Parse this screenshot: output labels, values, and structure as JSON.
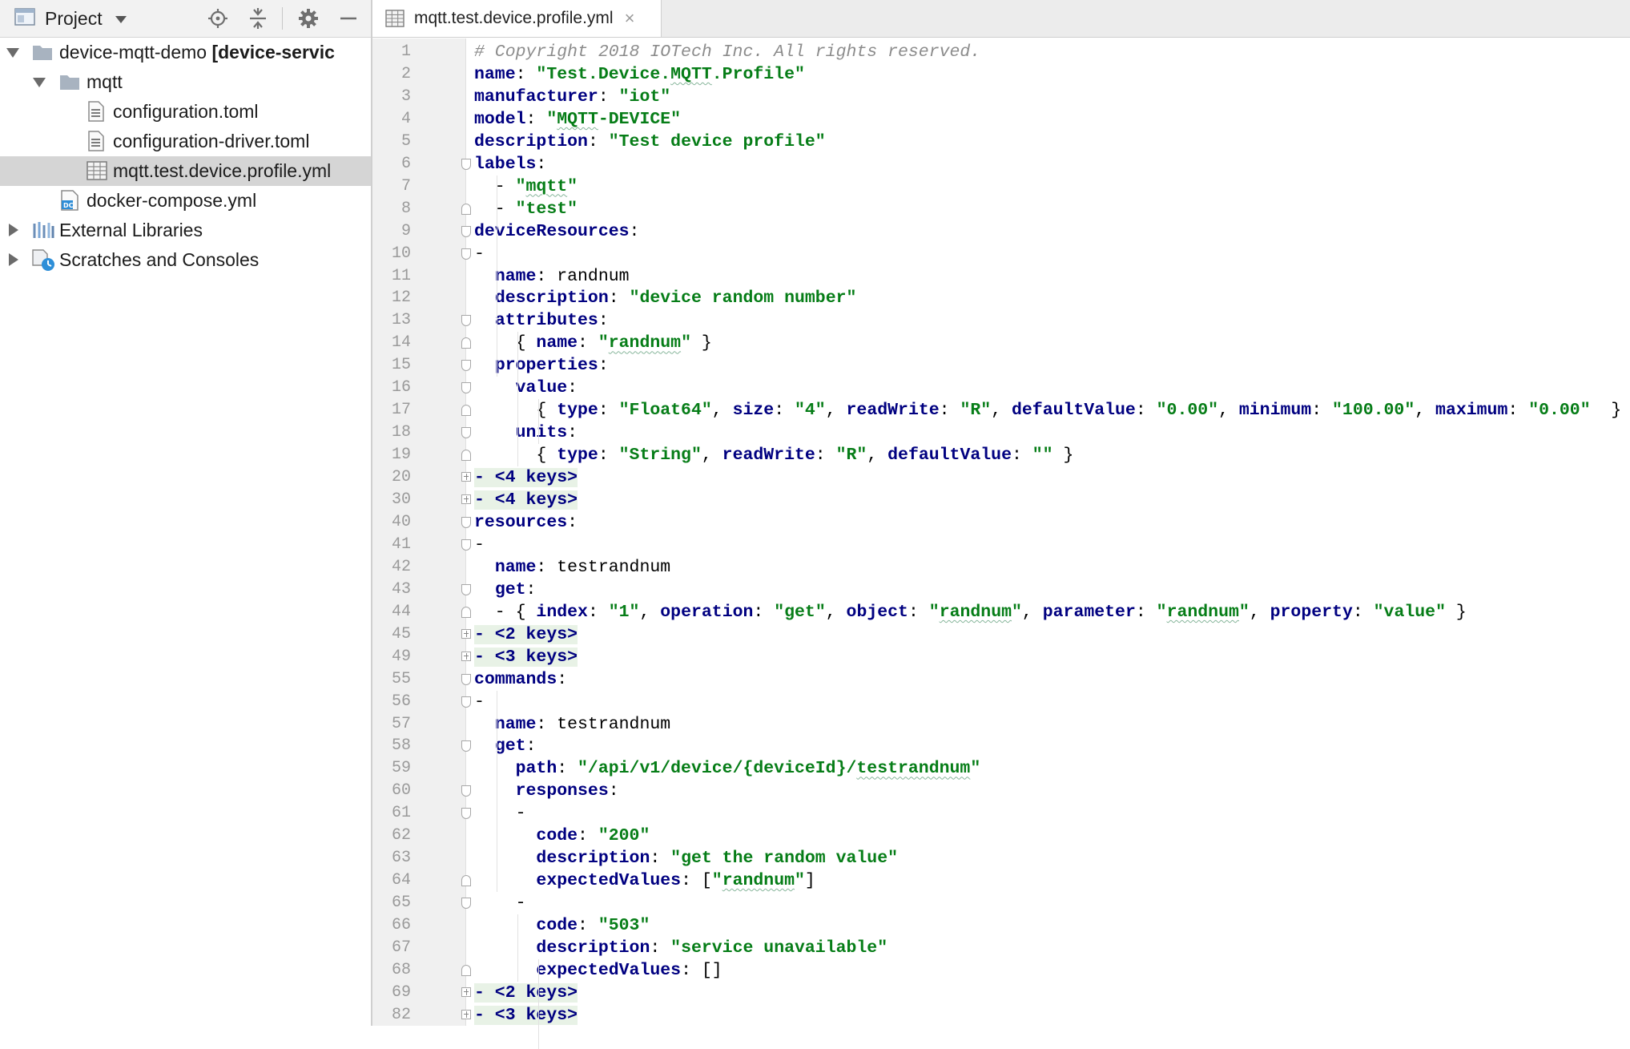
{
  "project": {
    "title": "Project",
    "tree": [
      {
        "type": "module",
        "arrow": "down",
        "depth": 0,
        "name": "device-mqtt-demo",
        "suffix": "[device-servic"
      },
      {
        "type": "folder",
        "arrow": "down",
        "depth": 1,
        "name": "mqtt"
      },
      {
        "type": "file",
        "depth": 2,
        "name": "configuration.toml"
      },
      {
        "type": "file",
        "depth": 2,
        "name": "configuration-driver.toml"
      },
      {
        "type": "yml",
        "depth": 2,
        "name": "mqtt.test.device.profile.yml",
        "selected": true
      },
      {
        "type": "docker",
        "depth": 1,
        "name": "docker-compose.yml"
      },
      {
        "type": "libraries",
        "arrow": "right",
        "depth": 0,
        "name": "External Libraries"
      },
      {
        "type": "scratches",
        "arrow": "right",
        "depth": 0,
        "name": "Scratches and Consoles"
      }
    ]
  },
  "editor": {
    "tab": {
      "label": "mqtt.test.device.profile.yml",
      "close": "×"
    },
    "lines": [
      {
        "n": "1",
        "segs": [
          [
            "c",
            "# Copyright 2018 IOTech Inc. All rights reserved."
          ]
        ]
      },
      {
        "n": "2",
        "segs": [
          [
            "k",
            "name"
          ],
          [
            "p",
            ": "
          ],
          [
            "s",
            "\"Test.Device."
          ],
          [
            "su",
            "MQTT"
          ],
          [
            "s",
            ".Profile\""
          ]
        ]
      },
      {
        "n": "3",
        "segs": [
          [
            "k",
            "manufacturer"
          ],
          [
            "p",
            ": "
          ],
          [
            "s",
            "\"iot\""
          ]
        ]
      },
      {
        "n": "4",
        "segs": [
          [
            "k",
            "model"
          ],
          [
            "p",
            ": "
          ],
          [
            "s",
            "\""
          ],
          [
            "su",
            "MQTT"
          ],
          [
            "s",
            "-DEVICE\""
          ]
        ]
      },
      {
        "n": "5",
        "segs": [
          [
            "k",
            "description"
          ],
          [
            "p",
            ": "
          ],
          [
            "s",
            "\"Test device profile\""
          ]
        ]
      },
      {
        "n": "6",
        "fold": "open",
        "segs": [
          [
            "k",
            "labels"
          ],
          [
            "p",
            ":"
          ]
        ]
      },
      {
        "n": "7",
        "segs": [
          [
            "p",
            "  - "
          ],
          [
            "s",
            "\""
          ],
          [
            "su",
            "mqtt"
          ],
          [
            "s",
            "\""
          ]
        ]
      },
      {
        "n": "8",
        "fold": "end",
        "segs": [
          [
            "p",
            "  - "
          ],
          [
            "s",
            "\"test\""
          ]
        ]
      },
      {
        "n": "9",
        "fold": "open",
        "segs": [
          [
            "k",
            "deviceResources"
          ],
          [
            "p",
            ":"
          ]
        ]
      },
      {
        "n": "10",
        "fold": "open",
        "segs": [
          [
            "p",
            "-"
          ]
        ]
      },
      {
        "n": "11",
        "segs": [
          [
            "p",
            "  "
          ],
          [
            "k",
            "name"
          ],
          [
            "p",
            ": randnum"
          ]
        ]
      },
      {
        "n": "12",
        "segs": [
          [
            "p",
            "  "
          ],
          [
            "k",
            "description"
          ],
          [
            "p",
            ": "
          ],
          [
            "s",
            "\"device random number\""
          ]
        ]
      },
      {
        "n": "13",
        "fold": "open",
        "segs": [
          [
            "p",
            "  "
          ],
          [
            "k",
            "attributes"
          ],
          [
            "p",
            ":"
          ]
        ]
      },
      {
        "n": "14",
        "fold": "end",
        "segs": [
          [
            "p",
            "    { "
          ],
          [
            "k",
            "name"
          ],
          [
            "p",
            ": "
          ],
          [
            "s",
            "\""
          ],
          [
            "su",
            "randnum"
          ],
          [
            "s",
            "\""
          ],
          [
            "p",
            " }"
          ]
        ]
      },
      {
        "n": "15",
        "fold": "open",
        "segs": [
          [
            "p",
            "  "
          ],
          [
            "k",
            "properties"
          ],
          [
            "p",
            ":"
          ]
        ]
      },
      {
        "n": "16",
        "fold": "open",
        "segs": [
          [
            "p",
            "    "
          ],
          [
            "k",
            "value"
          ],
          [
            "p",
            ":"
          ]
        ]
      },
      {
        "n": "17",
        "fold": "end",
        "segs": [
          [
            "p",
            "      { "
          ],
          [
            "k",
            "type"
          ],
          [
            "p",
            ": "
          ],
          [
            "s",
            "\"Float64\""
          ],
          [
            "p",
            ", "
          ],
          [
            "k",
            "size"
          ],
          [
            "p",
            ": "
          ],
          [
            "s",
            "\"4\""
          ],
          [
            "p",
            ", "
          ],
          [
            "k",
            "readWrite"
          ],
          [
            "p",
            ": "
          ],
          [
            "s",
            "\"R\""
          ],
          [
            "p",
            ", "
          ],
          [
            "k",
            "defaultValue"
          ],
          [
            "p",
            ": "
          ],
          [
            "s",
            "\"0.00\""
          ],
          [
            "p",
            ", "
          ],
          [
            "k",
            "minimum"
          ],
          [
            "p",
            ": "
          ],
          [
            "s",
            "\"100.00\""
          ],
          [
            "p",
            ", "
          ],
          [
            "k",
            "maximum"
          ],
          [
            "p",
            ": "
          ],
          [
            "s",
            "\"0.00\""
          ],
          [
            "p",
            "  }"
          ]
        ]
      },
      {
        "n": "18",
        "fold": "open",
        "segs": [
          [
            "p",
            "    "
          ],
          [
            "k",
            "units"
          ],
          [
            "p",
            ":"
          ]
        ]
      },
      {
        "n": "19",
        "fold": "end",
        "segs": [
          [
            "p",
            "      { "
          ],
          [
            "k",
            "type"
          ],
          [
            "p",
            ": "
          ],
          [
            "s",
            "\"String\""
          ],
          [
            "p",
            ", "
          ],
          [
            "k",
            "readWrite"
          ],
          [
            "p",
            ": "
          ],
          [
            "s",
            "\"R\""
          ],
          [
            "p",
            ", "
          ],
          [
            "k",
            "defaultValue"
          ],
          [
            "p",
            ": "
          ],
          [
            "s",
            "\"\""
          ],
          [
            "p",
            " }"
          ]
        ]
      },
      {
        "n": "20",
        "fold": "plus",
        "segs": [
          [
            "x",
            "- <4 keys>"
          ]
        ]
      },
      {
        "n": "30",
        "fold": "plus",
        "segs": [
          [
            "x",
            "- <4 keys>"
          ]
        ]
      },
      {
        "n": "40",
        "fold": "open",
        "segs": [
          [
            "k",
            "resources"
          ],
          [
            "p",
            ":"
          ]
        ]
      },
      {
        "n": "41",
        "fold": "open",
        "segs": [
          [
            "p",
            "-"
          ]
        ]
      },
      {
        "n": "42",
        "segs": [
          [
            "p",
            "  "
          ],
          [
            "k",
            "name"
          ],
          [
            "p",
            ": testrandnum"
          ]
        ]
      },
      {
        "n": "43",
        "fold": "open",
        "segs": [
          [
            "p",
            "  "
          ],
          [
            "k",
            "get"
          ],
          [
            "p",
            ":"
          ]
        ]
      },
      {
        "n": "44",
        "fold": "end",
        "segs": [
          [
            "p",
            "  - { "
          ],
          [
            "k",
            "index"
          ],
          [
            "p",
            ": "
          ],
          [
            "s",
            "\"1\""
          ],
          [
            "p",
            ", "
          ],
          [
            "k",
            "operation"
          ],
          [
            "p",
            ": "
          ],
          [
            "s",
            "\"get\""
          ],
          [
            "p",
            ", "
          ],
          [
            "k",
            "object"
          ],
          [
            "p",
            ": "
          ],
          [
            "s",
            "\""
          ],
          [
            "su",
            "randnum"
          ],
          [
            "s",
            "\""
          ],
          [
            "p",
            ", "
          ],
          [
            "k",
            "parameter"
          ],
          [
            "p",
            ": "
          ],
          [
            "s",
            "\""
          ],
          [
            "su",
            "randnum"
          ],
          [
            "s",
            "\""
          ],
          [
            "p",
            ", "
          ],
          [
            "k",
            "property"
          ],
          [
            "p",
            ": "
          ],
          [
            "s",
            "\"value\""
          ],
          [
            "p",
            " }"
          ]
        ]
      },
      {
        "n": "45",
        "fold": "plus",
        "segs": [
          [
            "x",
            "- <2 keys>"
          ]
        ]
      },
      {
        "n": "49",
        "fold": "plus",
        "segs": [
          [
            "x",
            "- <3 keys>"
          ]
        ]
      },
      {
        "n": "55",
        "fold": "open",
        "segs": [
          [
            "k",
            "commands"
          ],
          [
            "p",
            ":"
          ]
        ]
      },
      {
        "n": "56",
        "fold": "open",
        "segs": [
          [
            "p",
            "-"
          ]
        ]
      },
      {
        "n": "57",
        "segs": [
          [
            "p",
            "  "
          ],
          [
            "k",
            "name"
          ],
          [
            "p",
            ": testrandnum"
          ]
        ]
      },
      {
        "n": "58",
        "fold": "open",
        "segs": [
          [
            "p",
            "  "
          ],
          [
            "k",
            "get"
          ],
          [
            "p",
            ":"
          ]
        ]
      },
      {
        "n": "59",
        "segs": [
          [
            "p",
            "    "
          ],
          [
            "k",
            "path"
          ],
          [
            "p",
            ": "
          ],
          [
            "s",
            "\"/api/v1/device/{deviceId}/"
          ],
          [
            "su",
            "testrandnum"
          ],
          [
            "s",
            "\""
          ]
        ]
      },
      {
        "n": "60",
        "fold": "open",
        "segs": [
          [
            "p",
            "    "
          ],
          [
            "k",
            "responses"
          ],
          [
            "p",
            ":"
          ]
        ]
      },
      {
        "n": "61",
        "fold": "open",
        "segs": [
          [
            "p",
            "    -"
          ]
        ]
      },
      {
        "n": "62",
        "segs": [
          [
            "p",
            "      "
          ],
          [
            "k",
            "code"
          ],
          [
            "p",
            ": "
          ],
          [
            "s",
            "\"200\""
          ]
        ]
      },
      {
        "n": "63",
        "segs": [
          [
            "p",
            "      "
          ],
          [
            "k",
            "description"
          ],
          [
            "p",
            ": "
          ],
          [
            "s",
            "\"get the random value\""
          ]
        ]
      },
      {
        "n": "64",
        "fold": "end",
        "segs": [
          [
            "p",
            "      "
          ],
          [
            "k",
            "expectedValues"
          ],
          [
            "p",
            ": ["
          ],
          [
            "s",
            "\""
          ],
          [
            "su",
            "randnum"
          ],
          [
            "s",
            "\""
          ],
          [
            "p",
            "]"
          ]
        ]
      },
      {
        "n": "65",
        "fold": "open",
        "segs": [
          [
            "p",
            "    -"
          ]
        ]
      },
      {
        "n": "66",
        "segs": [
          [
            "p",
            "      "
          ],
          [
            "k",
            "code"
          ],
          [
            "p",
            ": "
          ],
          [
            "s",
            "\"503\""
          ]
        ]
      },
      {
        "n": "67",
        "segs": [
          [
            "p",
            "      "
          ],
          [
            "k",
            "description"
          ],
          [
            "p",
            ": "
          ],
          [
            "s",
            "\"service unavailable\""
          ]
        ]
      },
      {
        "n": "68",
        "fold": "end",
        "segs": [
          [
            "p",
            "      "
          ],
          [
            "k",
            "expectedValues"
          ],
          [
            "p",
            ": []"
          ]
        ]
      },
      {
        "n": "69",
        "fold": "plus",
        "segs": [
          [
            "x",
            "- <2 keys>"
          ]
        ]
      },
      {
        "n": "82",
        "fold": "plus",
        "segs": [
          [
            "x",
            "- <3 keys>"
          ]
        ]
      }
    ]
  }
}
